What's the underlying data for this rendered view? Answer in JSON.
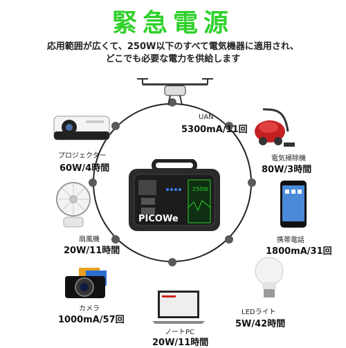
{
  "title": "緊急電源",
  "subtitle": {
    "line1": "応用範囲が広くて、250W以下のすべて電気機器に適用され、",
    "line2": "どこでも必要な電力を供給します"
  },
  "center_product": {
    "brand": "PICOWe",
    "wattage": "250W"
  },
  "devices": [
    {
      "name": "UAN",
      "spec": "5300mA/11回",
      "icon": "drone-icon"
    },
    {
      "name": "電気掃除機",
      "spec": "80W/3時間",
      "icon": "vacuum-icon"
    },
    {
      "name": "携帯電話",
      "spec": "1800mA/31回",
      "icon": "phone-icon"
    },
    {
      "name": "LEDライト",
      "spec": "5W/42時間",
      "icon": "bulb-icon"
    },
    {
      "name": "ノートPC",
      "spec": "20W/11時間",
      "icon": "laptop-icon"
    },
    {
      "name": "カメラ",
      "spec": "1000mA/57回",
      "icon": "camera-icon"
    },
    {
      "name": "扇風機",
      "spec": "20W/11時間",
      "icon": "fan-icon"
    },
    {
      "name": "プロジェクター",
      "spec": "60W/4時間",
      "icon": "projector-icon"
    }
  ],
  "colors": {
    "title_green": "#2fd12b",
    "accent_green": "#2fd12b"
  }
}
